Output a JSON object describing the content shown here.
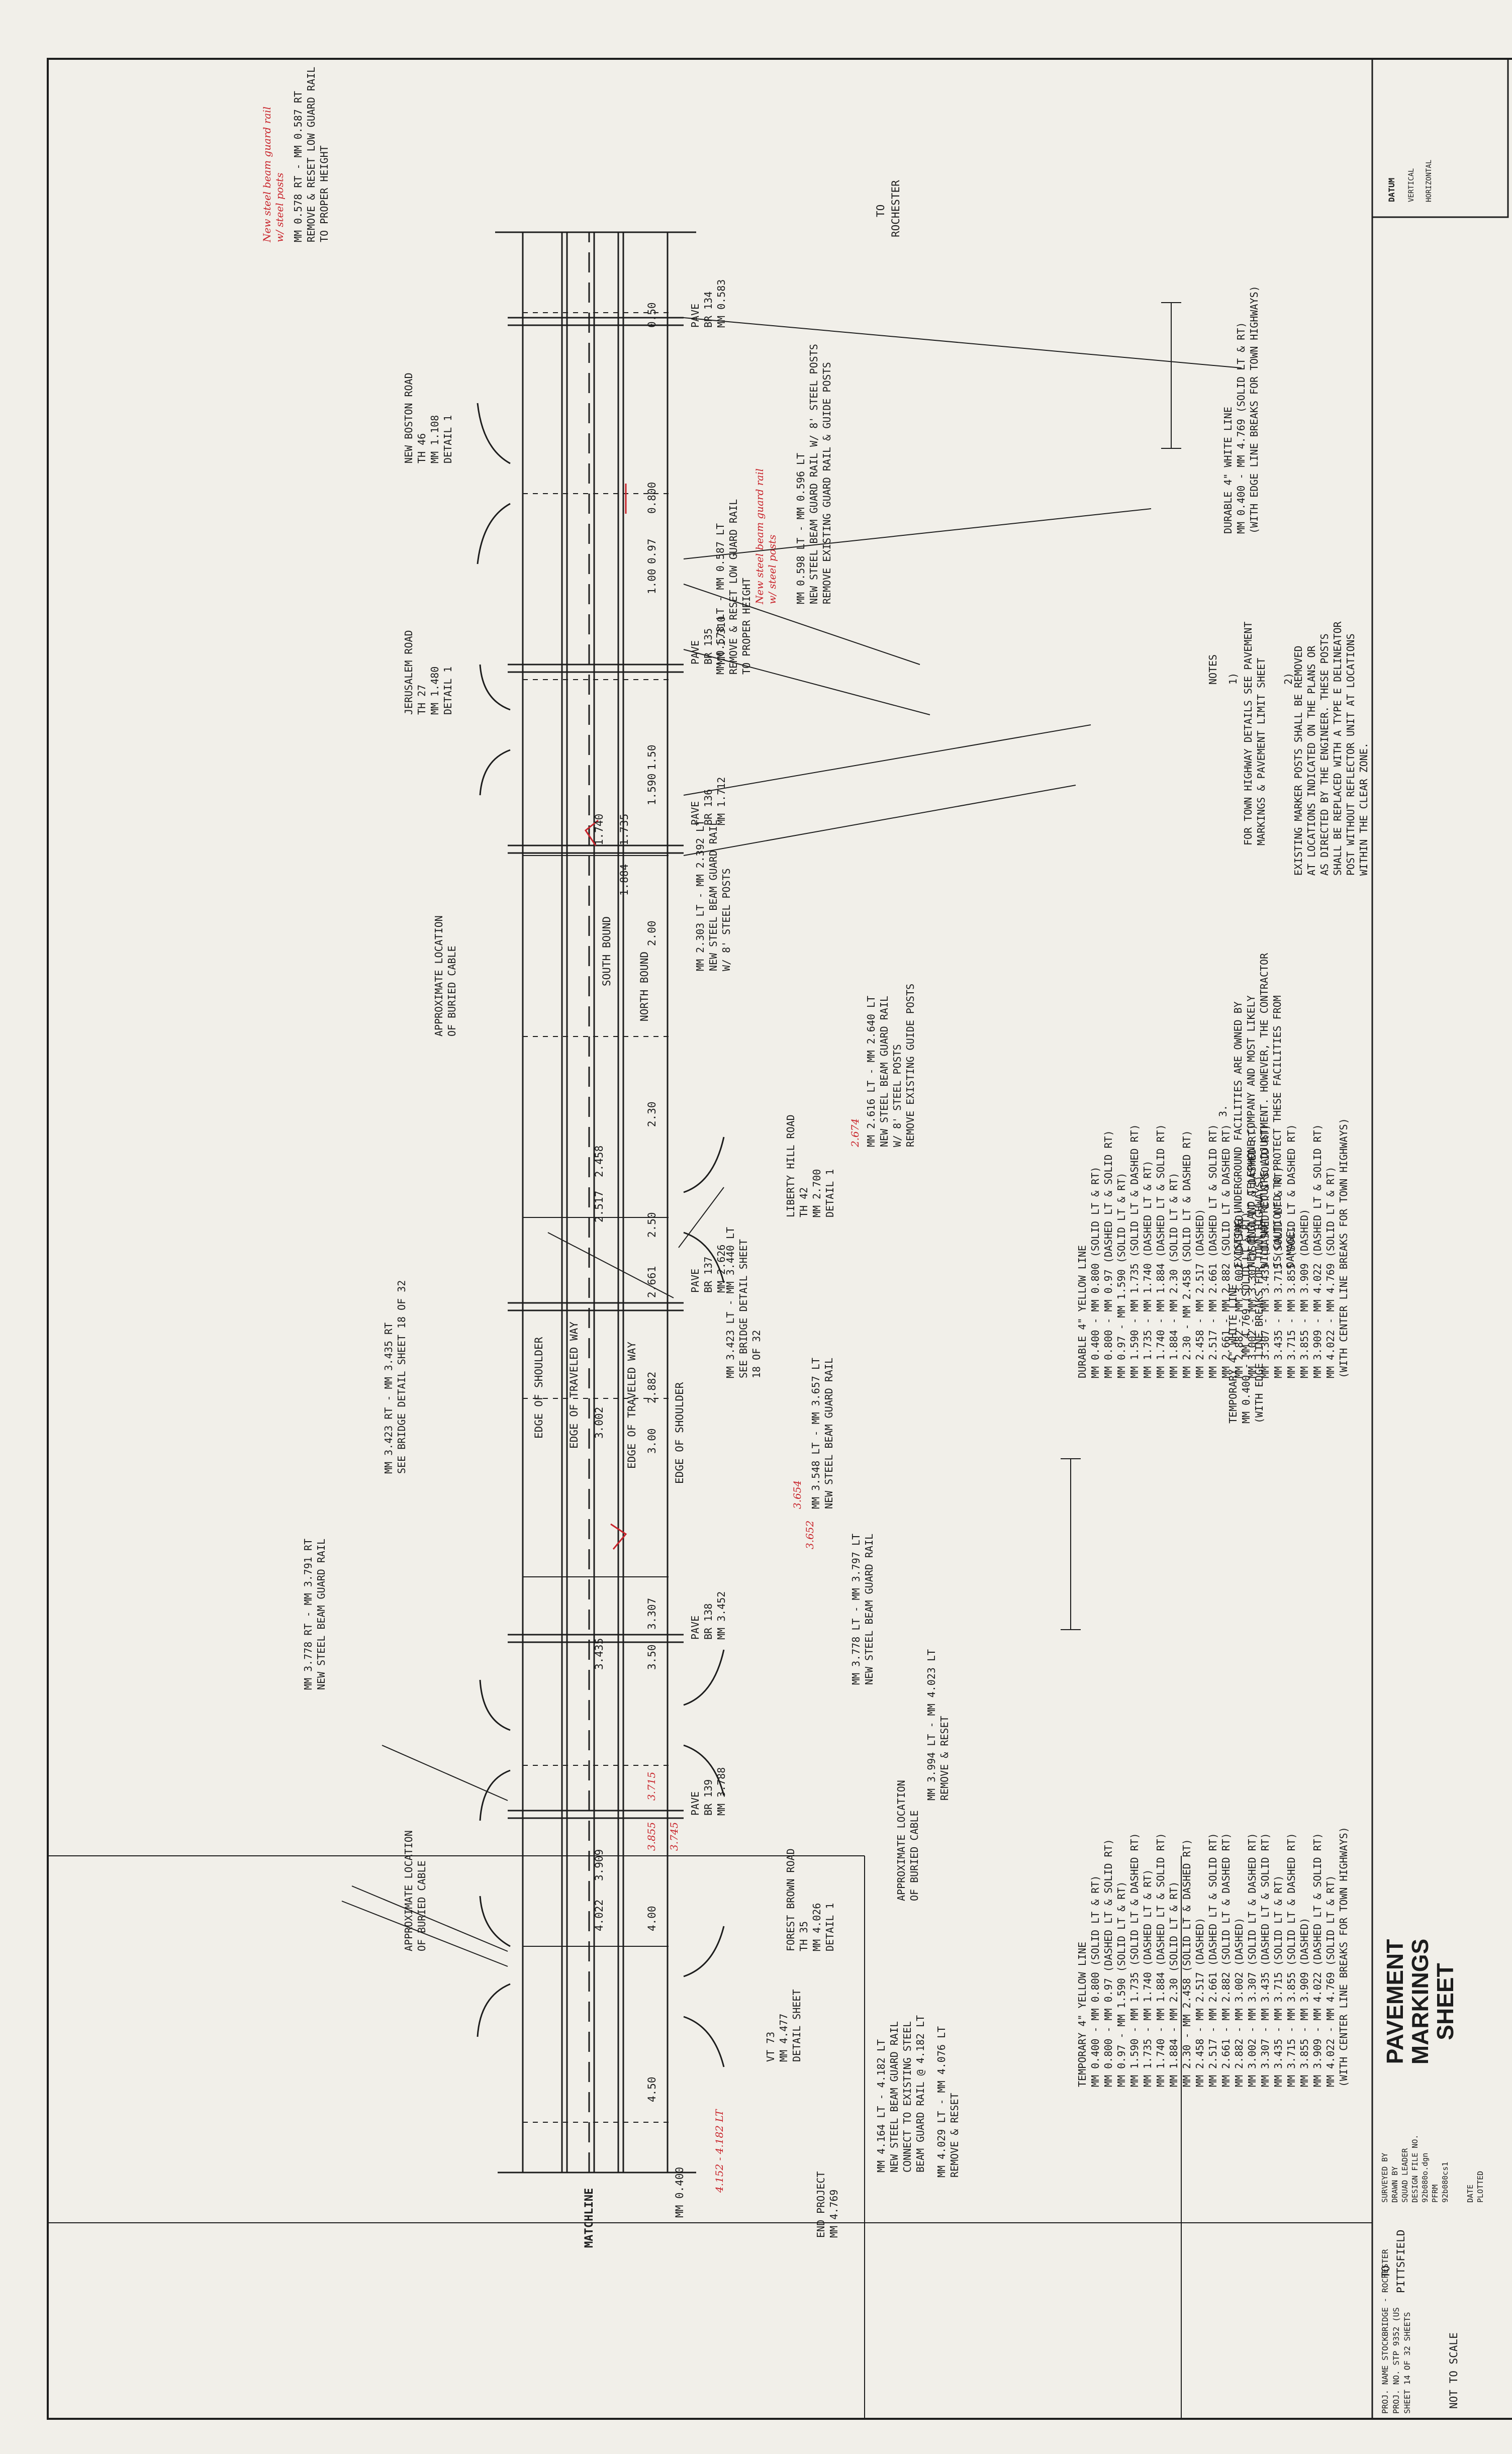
{
  "sheet": {
    "title_lines": [
      "PAVEMENT",
      "MARKINGS",
      "SHEET"
    ],
    "scale": "NOT TO SCALE",
    "matchline": "MATCHLINE",
    "to_pittsfield": [
      "TO",
      "PITTSFIELD"
    ],
    "to_rochester": [
      "TO",
      "ROCHESTER"
    ],
    "datum": {
      "label": "DATUM",
      "vertical": "VERTICAL",
      "horizontal": "HORIZONTAL"
    },
    "titleblock": {
      "surveyed_by": "SURVEYED BY",
      "drawn_by": "DRAWN BY",
      "squad_leader": "SQUAD LEADER",
      "design_file_no": "DESIGN FILE NO.",
      "design_file": "92b080o.dgn",
      "pfrm": "PFRM",
      "plot_file": "92b080cs1",
      "date": "DATE",
      "plotted": "PLOTTED",
      "proj_name_label": "PROJ. NAME",
      "proj_name": "STOCKBRIDGE - ROCHESTER",
      "proj_no_label": "PROJ. NO.",
      "proj_no": "STP 9352 (US",
      "sheet_label": "SHEET",
      "sheet_no": "14",
      "sheet_of": "OF",
      "sheet_total": "32",
      "sheets": "SHEETS"
    }
  },
  "notes": {
    "heading": "NOTES",
    "items": [
      {
        "num": "1)",
        "lines": [
          "FOR TOWN HIGHWAY DETAILS SEE PAVEMENT",
          "MARKINGS & PAVEMENT LIMIT SHEET"
        ]
      },
      {
        "num": "2)",
        "lines": [
          "EXISTING MARKER POSTS SHALL BE REMOVED",
          "AT LOCATIONS INDICATED ON THE PLANS OR",
          "AS DIRECTED BY THE ENGINEER. THESE POSTS",
          "SHALL BE REPLACED WITH A TYPE E DELINEATOR",
          "POST WITHOUT REFLECTOR UNIT AT LOCATIONS",
          "WITHIN THE CLEAR ZONE."
        ]
      },
      {
        "num": "3.",
        "lines": [
          "EXISTING UNDERGROUND FACILITIES ARE OWNED BY",
          "NEW ENGLAND TELEPHONE COMPANY AND MOST LIKELY",
          "WILL NOT REQUIRE ADJUSTMENT. HOWEVER, THE CONTRACTOR",
          "IS CAUTIONED TO PROTECT THESE FACILITIES FROM",
          "DAMAGE."
        ]
      }
    ]
  },
  "legends": {
    "durable_white": [
      "DURABLE 4\" WHITE LINE",
      "MM 0.400 - MM 4.769 (SOLID LT & RT)",
      "(WITH EDGE LINE BREAKS FOR TOWN HIGHWAYS)"
    ],
    "durable_yellow": {
      "heading": "DURABLE 4\" YELLOW LINE",
      "lines": [
        "MM 0.400 - MM 0.800 (SOLID LT & RT)",
        "MM 0.800 - MM 0.97 (DASHED LT & SOLID RT)",
        "MM 0.97 - MM 1.590 (SOLID LT & RT)",
        "MM 1.590 - MM 1.735 (SOLID LT & DASHED RT)",
        "MM 1.735 - MM 1.740 (DASHED LT & RT)",
        "MM 1.740 - MM 1.884 (DASHED LT & SOLID RT)",
        "MM 1.884 - MM 2.30 (SOLID LT & RT)",
        "MM 2.30 - MM 2.458 (SOLID LT & DASHED RT)",
        "MM 2.458 - MM 2.517 (DASHED)",
        "MM 2.517 - MM 2.661 (DASHED LT & SOLID RT)",
        "MM 2.661 - MM 2.882 (SOLID LT & DASHED RT)",
        "MM 2.882 - MM 3.002 (DASHED)",
        "MM 3.002 - MM 3.307 (SOLID LT & DASHED RT)",
        "MM 3.307 - MM 3.435 (DASHED LT & SOLID RT)",
        "MM 3.435 - MM 3.715 (SOLID LT & RT)",
        "MM 3.715 - MM 3.855 (SOLID LT & DASHED RT)",
        "MM 3.855 - MM 3.909 (DASHED)",
        "MM 3.909 - MM 4.022 (DASHED LT & SOLID RT)",
        "MM 4.022 - MM 4.769 (SOLID LT & RT)",
        "(WITH CENTER LINE BREAKS FOR TOWN HIGHWAYS)"
      ]
    },
    "temporary_white": [
      "TEMPORARY 4\" WHITE LINE",
      "MM 0.400 - MM 4.769 (SOLID LT & RT)",
      "(WITH EDGE LINE BREAKS FOR TOWN HIGHWAYS)"
    ],
    "temporary_yellow": {
      "heading": "TEMPORARY 4\" YELLOW LINE",
      "lines": [
        "MM 0.400 - MM 0.800 (SOLID LT & RT)",
        "MM 0.800 - MM 0.97 (DASHED LT & SOLID RT)",
        "MM 0.97 - MM 1.590 (SOLID LT & RT)",
        "MM 1.590 - MM 1.735 (SOLID LT & DASHED RT)",
        "MM 1.735 - MM 1.740 (DASHED LT & RT)",
        "MM 1.740 - MM 1.884 (DASHED LT & SOLID RT)",
        "MM 1.884 - MM 2.30 (SOLID LT & RT)",
        "MM 2.30 - MM 2.458 (SOLID LT & DASHED RT)",
        "MM 2.458 - MM 2.517 (DASHED)",
        "MM 2.517 - MM 2.661 (DASHED LT & SOLID RT)",
        "MM 2.661 - MM 2.882 (SOLID LT & DASHED RT)",
        "MM 2.882 - MM 3.002 (DASHED)",
        "MM 3.002 - MM 3.307 (SOLID LT & DASHED RT)",
        "MM 3.307 - MM 3.435 (DASHED LT & SOLID RT)",
        "MM 3.435 - MM 3.715 (SOLID LT & RT)",
        "MM 3.715 - MM 3.855 (SOLID LT & DASHED RT)",
        "MM 3.855 - MM 3.909 (DASHED)",
        "MM 3.909 - MM 4.022 (DASHED LT & SOLID RT)",
        "MM 4.022 - MM 4.769 (SOLID LT & RT)",
        "(WITH CENTER LINE BREAKS FOR TOWN HIGHWAYS)"
      ]
    }
  },
  "stations": [
    "0.50",
    "0.800",
    "0.97",
    "1.00",
    "1.50",
    "1.590",
    "1.735",
    "1.740",
    "1.884",
    "2.00",
    "2.30",
    "2.458",
    "2.517",
    "2.50",
    "2.661",
    "2.882",
    "3.00",
    "3.002",
    "3.307",
    "3.435",
    "3.50",
    "3.715",
    "3.855",
    "3.909",
    "4.022",
    "4.00",
    "4.50"
  ],
  "mm_start": "MM 0.400",
  "road_labels": {
    "south_bound": "SOUTH BOUND",
    "north_bound": "NORTH BOUND",
    "edge_shoulder_top": "EDGE OF SHOULDER",
    "edge_traveled_top": "EDGE OF TRAVELED WAY",
    "edge_traveled_bottom": "EDGE OF TRAVELED WAY",
    "edge_shoulder_bottom": "EDGE OF SHOULDER"
  },
  "bridges": [
    [
      "PAVE",
      "BR 134",
      "MM 0.583"
    ],
    [
      "PAVE",
      "BR 135",
      "MM 1.310"
    ],
    [
      "PAVE",
      "BR 136",
      "MM 1.712"
    ],
    [
      "PAVE",
      "BR 137",
      "MM 2.626"
    ],
    [
      "PAVE",
      "BR 138",
      "MM 3.452"
    ],
    [
      "PAVE",
      "BR 139",
      "MM 3.788"
    ]
  ],
  "roads": [
    [
      "NEW BOSTON ROAD",
      "TH 46",
      "MM 1.108",
      "DETAIL 1"
    ],
    [
      "JERUSALEM ROAD",
      "TH 27",
      "MM 1.480",
      "DETAIL 1"
    ],
    [
      "LIBERTY HILL ROAD",
      "TH 42",
      "MM 2.700",
      "DETAIL 1"
    ],
    [
      "FOREST BROWN ROAD",
      "TH 35",
      "MM 4.026",
      "DETAIL 1"
    ],
    [
      "VT 73",
      "MM 4.477",
      "DETAIL SHEET"
    ],
    [
      "END PROJECT",
      "MM 4.769"
    ]
  ],
  "callouts": [
    [
      "MM 0.598 LT - MM 0.596 LT",
      "NEW STEEL BEAM GUARD RAIL W/ 8' STEEL POSTS",
      "REMOVE EXISTING GUARD RAIL & GUIDE POSTS"
    ],
    [
      "MM 0.578 LT - MM 0.587 LT",
      "REMOVE & RESET LOW GUARD RAIL",
      "TO PROPER HEIGHT"
    ],
    [
      "MM 0.578 RT - MM 0.587 RT",
      "REMOVE & RESET LOW GUARD RAIL",
      "TO PROPER HEIGHT"
    ],
    [
      "MM 2.303 LT - MM 2.392 LT",
      "NEW STEEL BEAM GUARD RAIL",
      "W/ 8' STEEL POSTS"
    ],
    [
      "MM 2.616 LT - MM 2.640 LT",
      "NEW STEEL BEAM GUARD RAIL",
      "W/ 8' STEEL POSTS",
      "REMOVE EXISTING GUIDE POSTS"
    ],
    [
      "MM 3.423 LT - MM 3.440 LT",
      "SEE BRIDGE DETAIL SHEET",
      "18 OF 32"
    ],
    [
      "MM 3.423 RT - MM 3.435 RT",
      "SEE BRIDGE DETAIL SHEET 18 OF 32"
    ],
    [
      "MM 3.548 LT - MM 3.657 LT",
      "NEW STEEL BEAM GUARD RAIL"
    ],
    [
      "MM 3.778 LT - MM 3.797 LT",
      "NEW STEEL BEAM GUARD RAIL"
    ],
    [
      "MM 3.778 RT - MM 3.791 RT",
      "NEW STEEL BEAM GUARD RAIL"
    ],
    [
      "MM 3.994 LT - MM 4.023 LT",
      "REMOVE & RESET"
    ],
    [
      "MM 4.029 LT - MM 4.076 LT",
      "REMOVE & RESET"
    ],
    [
      "MM 4.164 LT - 4.182 LT",
      "NEW STEEL BEAM GUARD RAIL",
      "CONNECT TO EXISTING STEEL",
      "BEAM GUARD RAIL @ 4.182 LT"
    ]
  ],
  "cable_notes": [
    [
      "APPROXIMATE LOCATION",
      "OF BURIED CABLE"
    ],
    [
      "APPROXIMATE LOCATION",
      "OF BURIED CABLE"
    ],
    [
      "APPROXIMATE LOCATION",
      "OF BURIED CABLE"
    ]
  ],
  "redlines": [
    "New steel beam guard rail",
    "w/ steel posts",
    "New steel beam guard rail",
    "w/ steel posts",
    "3.654",
    "3.652",
    "2.674",
    "3.745",
    "4.152 - 4.182 LT"
  ],
  "colors": {
    "ink": "#1d1d1d",
    "red": "#c8242b",
    "paper": "#f1efe9"
  }
}
